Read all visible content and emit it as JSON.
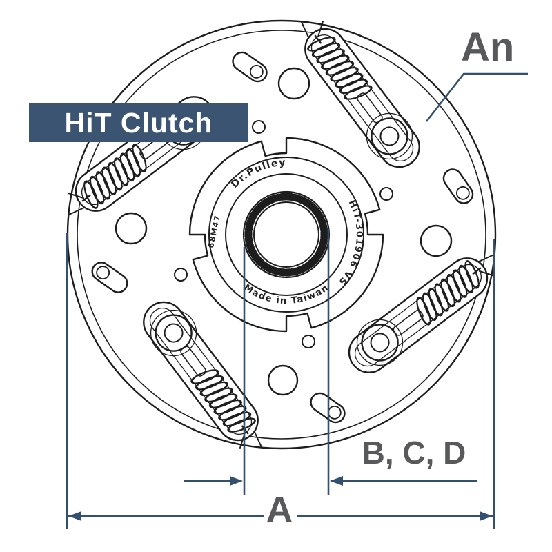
{
  "figure": {
    "badge": {
      "label": "HiT Clutch"
    },
    "callouts": {
      "angle_label": "An",
      "bore_label": "B, C, D",
      "diameter_label": "A"
    },
    "hub_markings": {
      "brand": "Dr.Pulley",
      "part_number": "HiT-301906 VS",
      "origin": "Made in Taiwan",
      "stamp": "68M47"
    },
    "colors": {
      "badge_bg": "#3a5471",
      "badge_text": "#ffffff",
      "dimension_line": "#33506e",
      "callout_text": "#58595b",
      "line_art": "#1d1d1d",
      "background": "#ffffff"
    }
  }
}
